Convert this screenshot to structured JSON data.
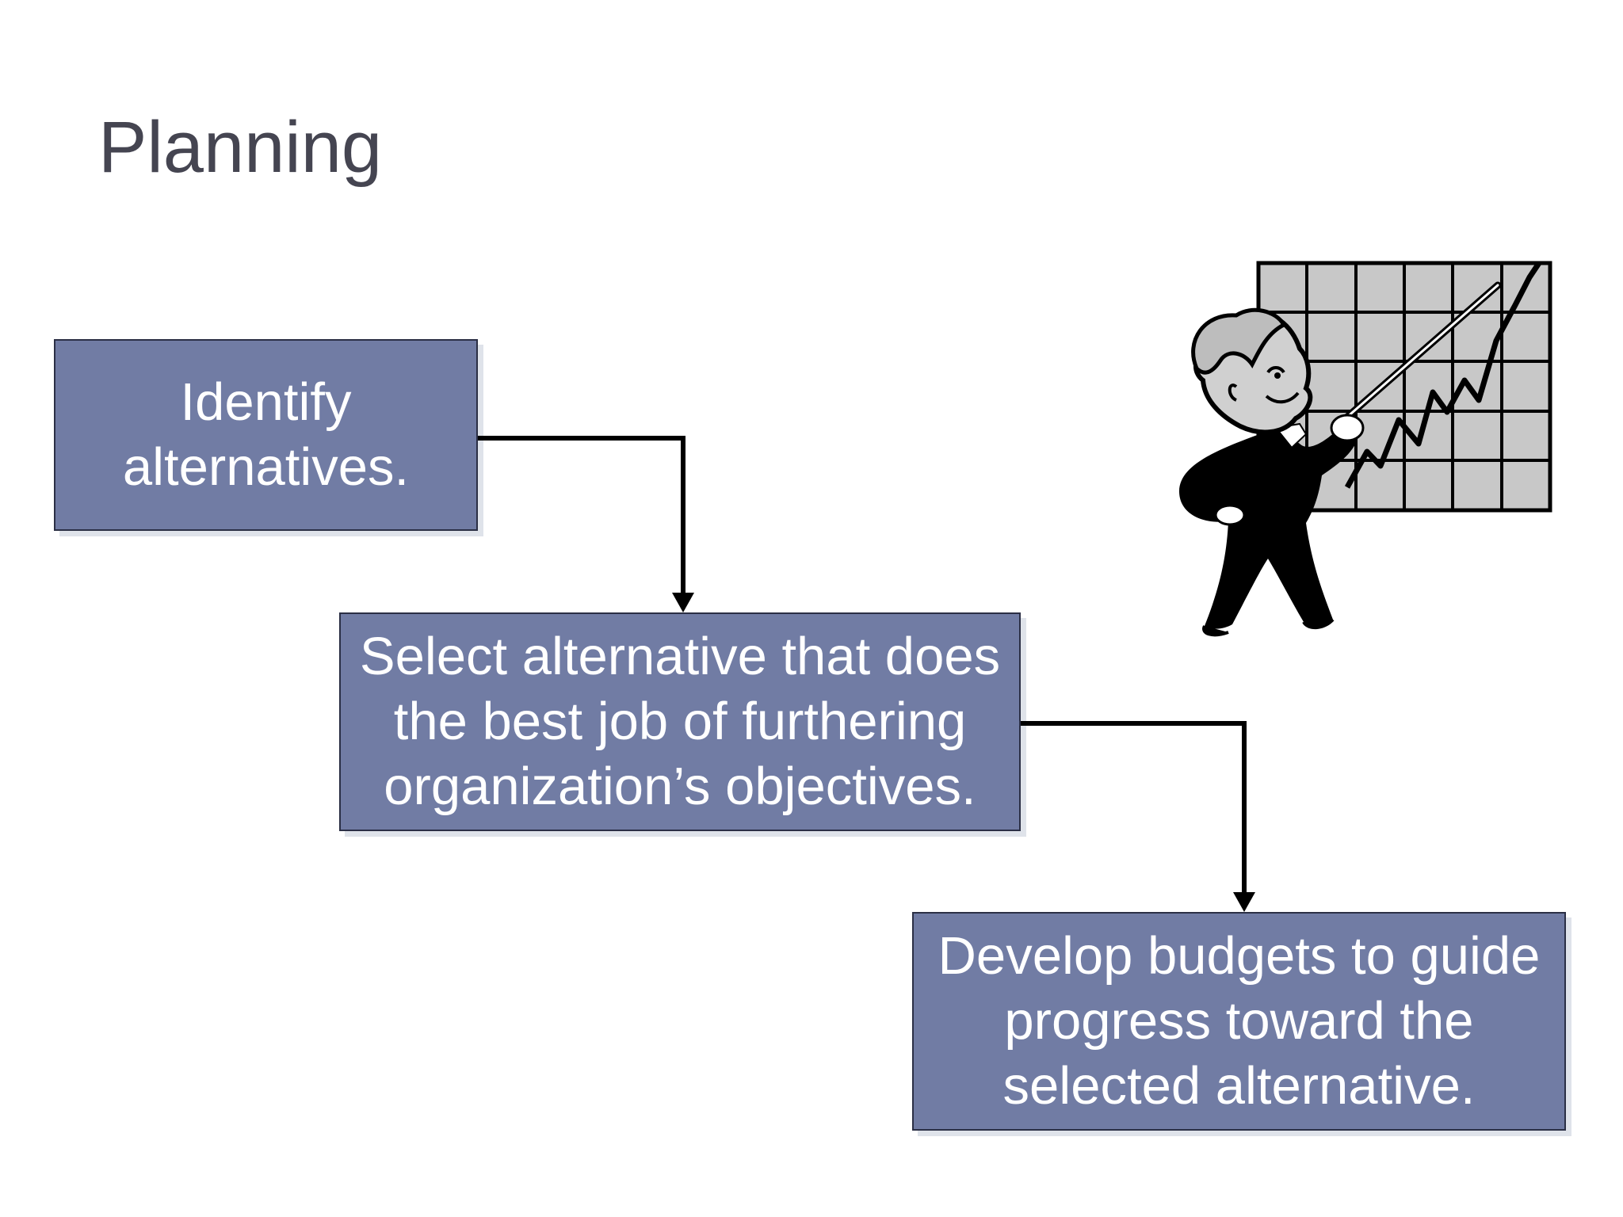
{
  "slide": {
    "title": "Planning"
  },
  "flow": {
    "steps": [
      {
        "lines": [
          "Identify",
          "alternatives."
        ]
      },
      {
        "lines": [
          "Select alternative that does",
          "the best job of furthering",
          "organization’s objectives."
        ]
      },
      {
        "lines": [
          "Develop budgets to guide",
          "progress toward the",
          "selected alternative."
        ]
      }
    ]
  },
  "illustration": {
    "icon": "presenter-with-chart-icon"
  },
  "colors": {
    "box_fill": "#717ca4",
    "box_border": "#2b2f45",
    "title_text": "#454551",
    "chart_fill": "#c8c8c8"
  }
}
